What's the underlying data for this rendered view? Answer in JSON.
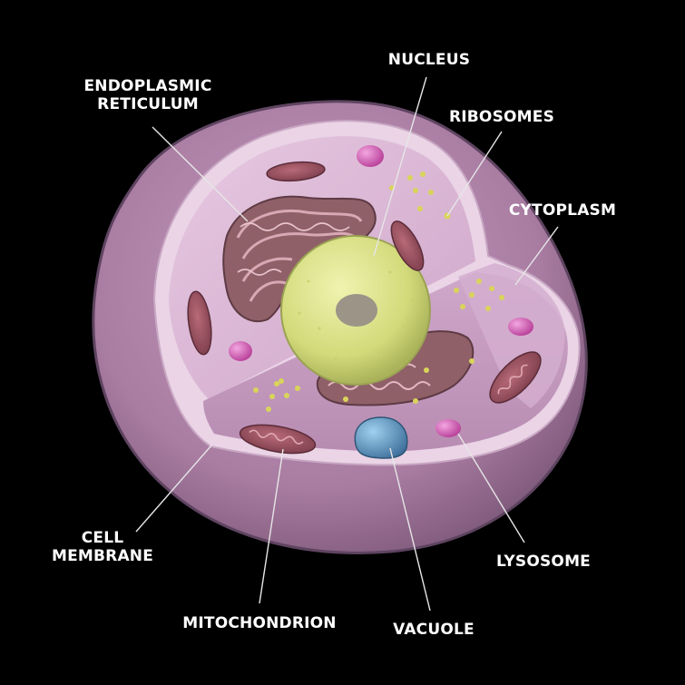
{
  "labels": {
    "nucleus": "NUCLEUS",
    "er_line1": "ENDOPLASMIC",
    "er_line2": "RETICULUM",
    "ribosomes": "RIBOSOMES",
    "cytoplasm": "CYTOPLASM",
    "cell_membrane_line1": "CELL",
    "cell_membrane_line2": "MEMBRANE",
    "lysosome": "LYSOSOME",
    "mitochondrion": "MITOCHONDRION",
    "vacuole": "VACUOLE"
  },
  "colors": {
    "background": "#000000",
    "membrane": "#b58aae",
    "cytoplasm": "#d9b7d5",
    "nucleus": "#d8e08a",
    "nucleolus": "#9b9487",
    "organelle": "#8a4b5a",
    "lysosome": "#d65bb8",
    "vacuole": "#5f97c2",
    "ribosome": "#d9d45a"
  }
}
